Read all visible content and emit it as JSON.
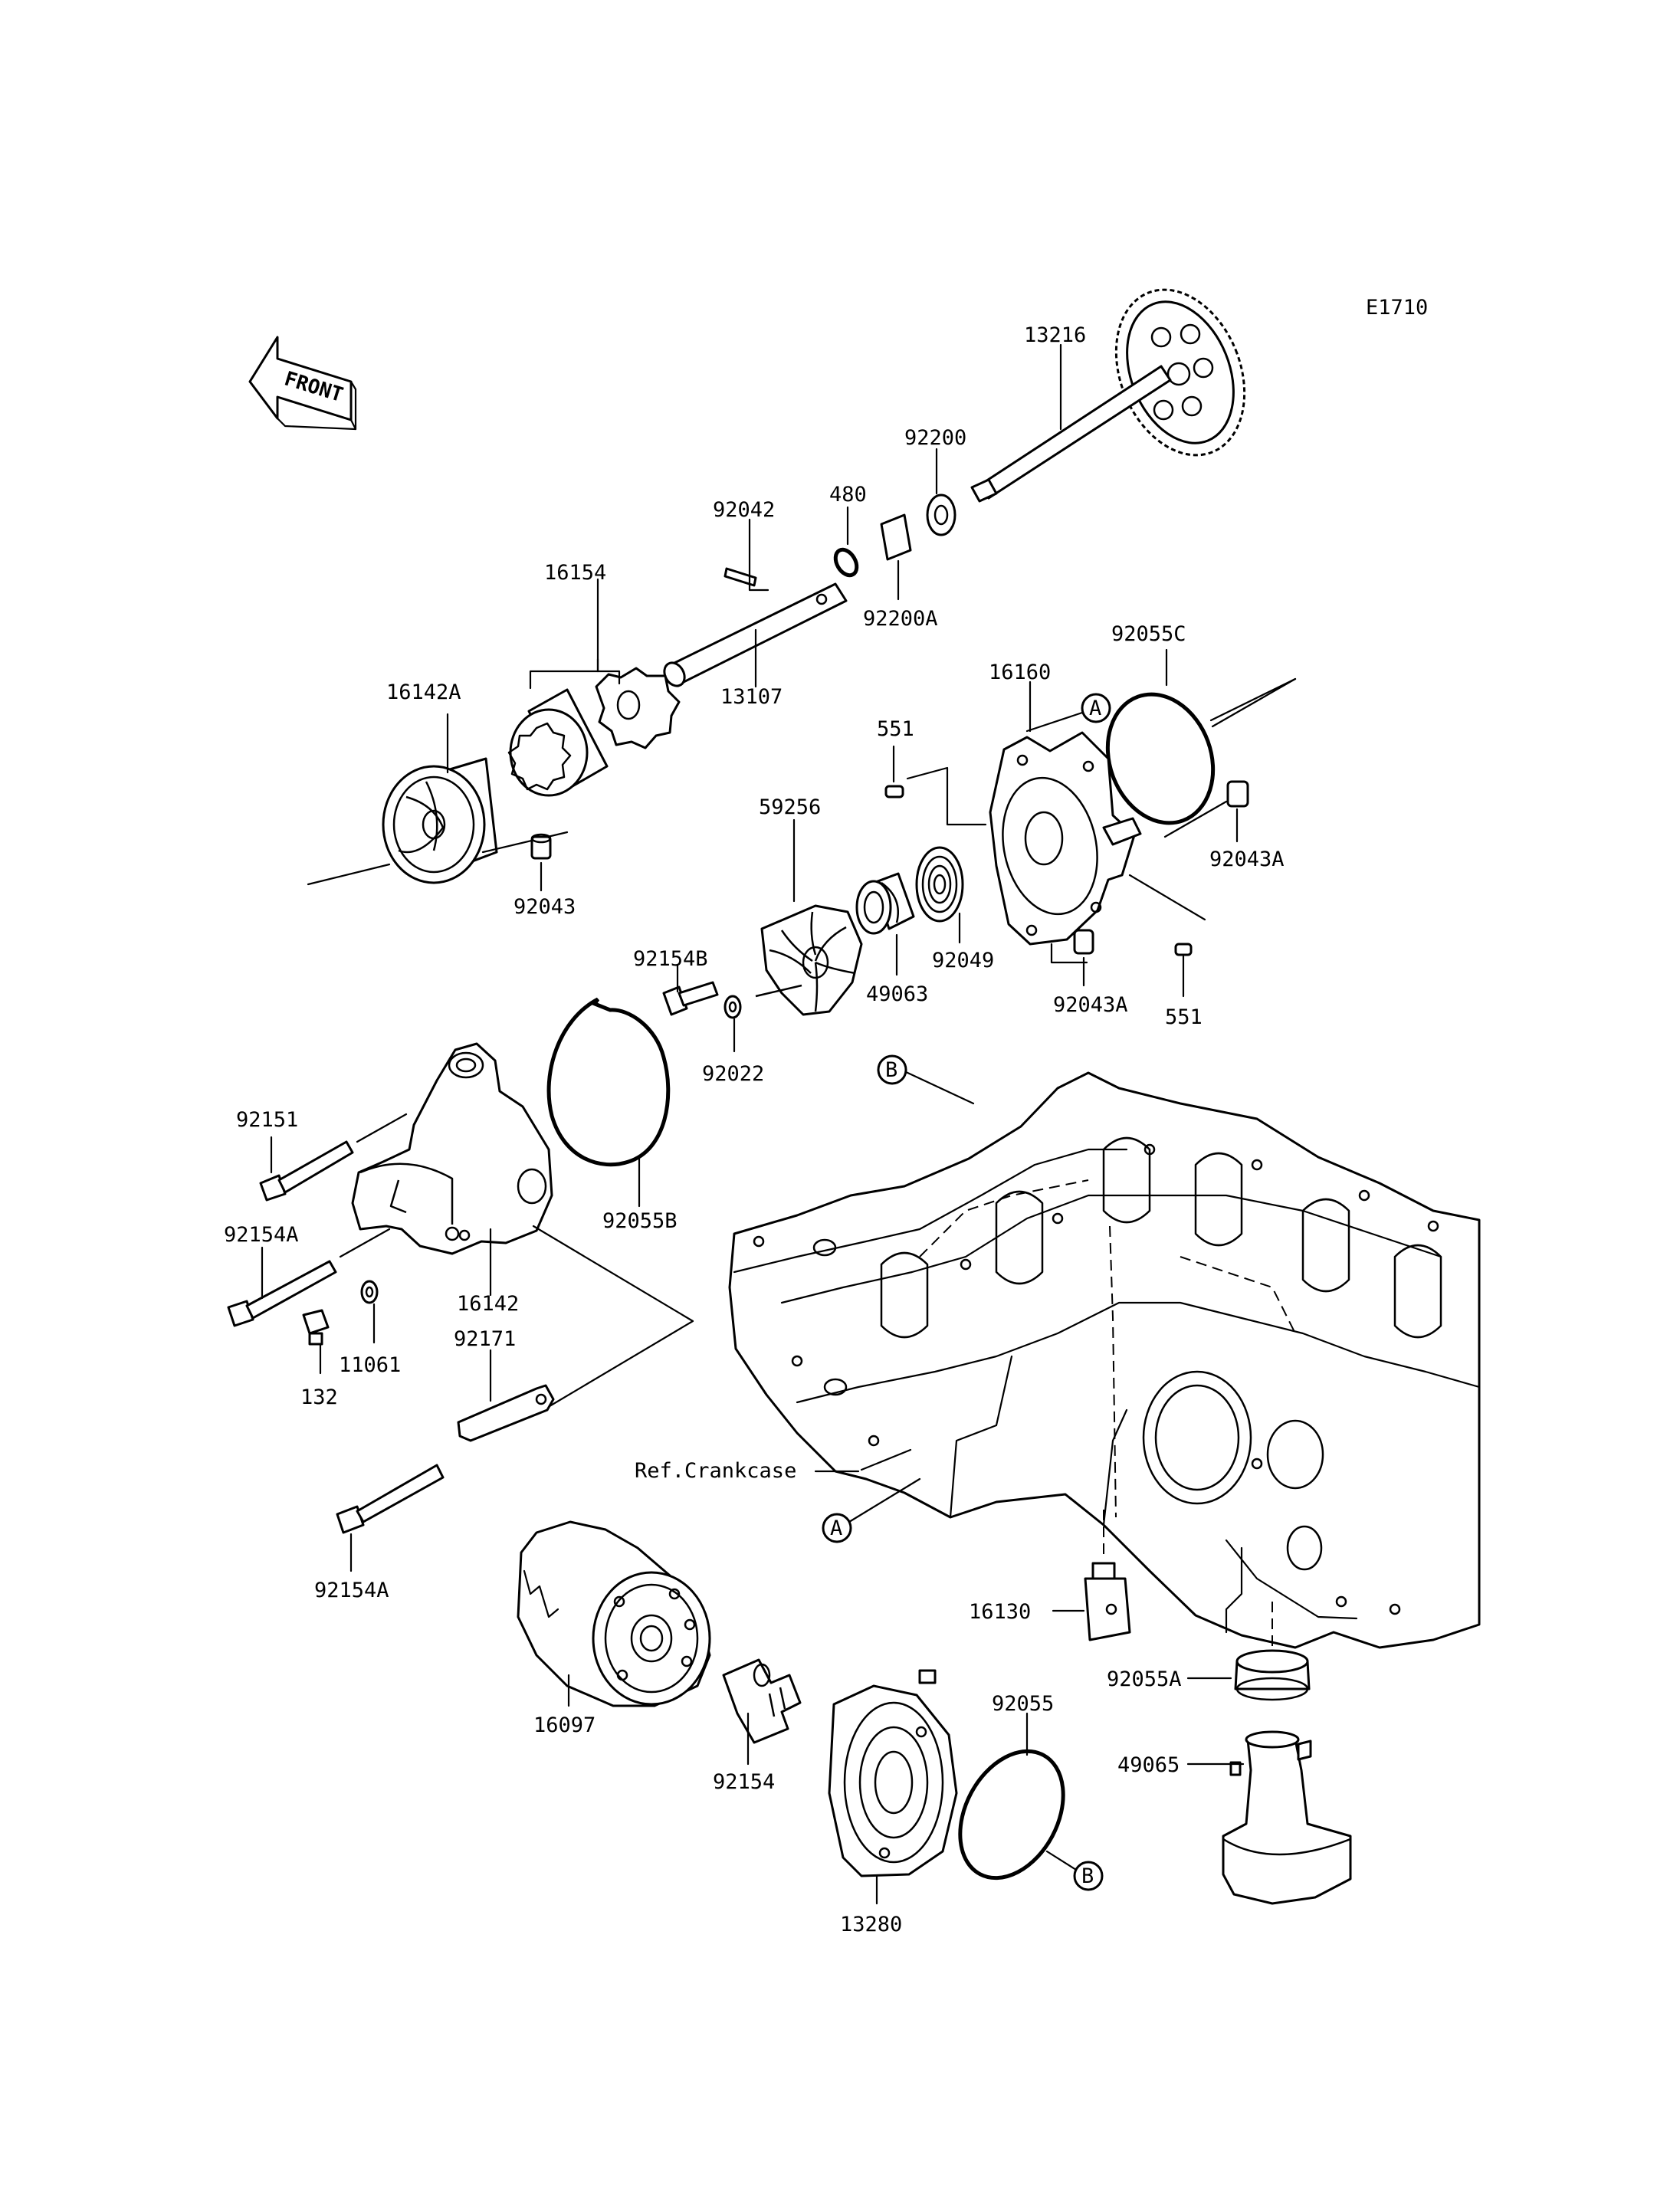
{
  "diagram_code": "E1710",
  "front_label": "FRONT",
  "ref_label": "Ref.Crankcase",
  "markers": {
    "a": "A",
    "b": "B"
  },
  "parts": {
    "p13216": "13216",
    "p92200": "92200",
    "p480": "480",
    "p92042": "92042",
    "p92200A": "92200A",
    "p16154": "16154",
    "p13107": "13107",
    "p16142A": "16142A",
    "p92043": "92043",
    "p92055C": "92055C",
    "p16160": "16160",
    "p551_top": "551",
    "p92043A_right": "92043A",
    "p59256": "59256",
    "p92049": "92049",
    "p49063": "49063",
    "p92043A_low": "92043A",
    "p551_low": "551",
    "p92154B": "92154B",
    "p92022": "92022",
    "p92151": "92151",
    "p92055B": "92055B",
    "p92154A_top": "92154A",
    "p16142": "16142",
    "p11061": "11061",
    "p132": "132",
    "p92171": "92171",
    "p92154A_low": "92154A",
    "p16130": "16130",
    "p92055A": "92055A",
    "p49065": "49065",
    "p16097": "16097",
    "p92154": "92154",
    "p92055": "92055",
    "p13280": "13280"
  }
}
